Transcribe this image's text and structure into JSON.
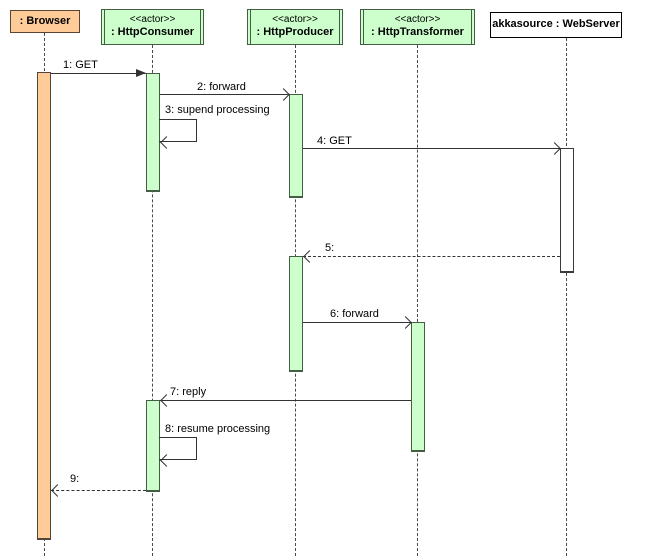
{
  "participants": [
    {
      "name": ": Browser"
    },
    {
      "stereotype": "<<actor>>",
      "name": ": HttpConsumer"
    },
    {
      "stereotype": "<<actor>>",
      "name": ": HttpProducer"
    },
    {
      "stereotype": "<<actor>>",
      "name": ": HttpTransformer"
    },
    {
      "name": "akkasource : WebServer"
    }
  ],
  "messages": [
    {
      "label": "1: GET",
      "type": "call",
      "from": ": Browser",
      "to": ": HttpConsumer"
    },
    {
      "label": "2: forward",
      "type": "call",
      "from": ": HttpConsumer",
      "to": ": HttpProducer"
    },
    {
      "label": "3: supend processing",
      "type": "self",
      "from": ": HttpConsumer",
      "to": ": HttpConsumer"
    },
    {
      "label": "4: GET",
      "type": "call",
      "from": ": HttpProducer",
      "to": "akkasource : WebServer"
    },
    {
      "label": "5:",
      "type": "return",
      "from": "akkasource : WebServer",
      "to": ": HttpProducer"
    },
    {
      "label": "6: forward",
      "type": "call",
      "from": ": HttpProducer",
      "to": ": HttpTransformer"
    },
    {
      "label": "7: reply",
      "type": "call",
      "from": ": HttpTransformer",
      "to": ": HttpConsumer"
    },
    {
      "label": "8: resume processing",
      "type": "self",
      "from": ": HttpConsumer",
      "to": ": HttpConsumer"
    },
    {
      "label": "9:",
      "type": "return",
      "from": ": HttpConsumer",
      "to": ": Browser"
    }
  ],
  "colors": {
    "browser_fill": "#ffcc99",
    "actor_fill": "#ccffcc",
    "webserver_fill": "#ffffff",
    "line": "#333333",
    "background": "#ffffff"
  }
}
